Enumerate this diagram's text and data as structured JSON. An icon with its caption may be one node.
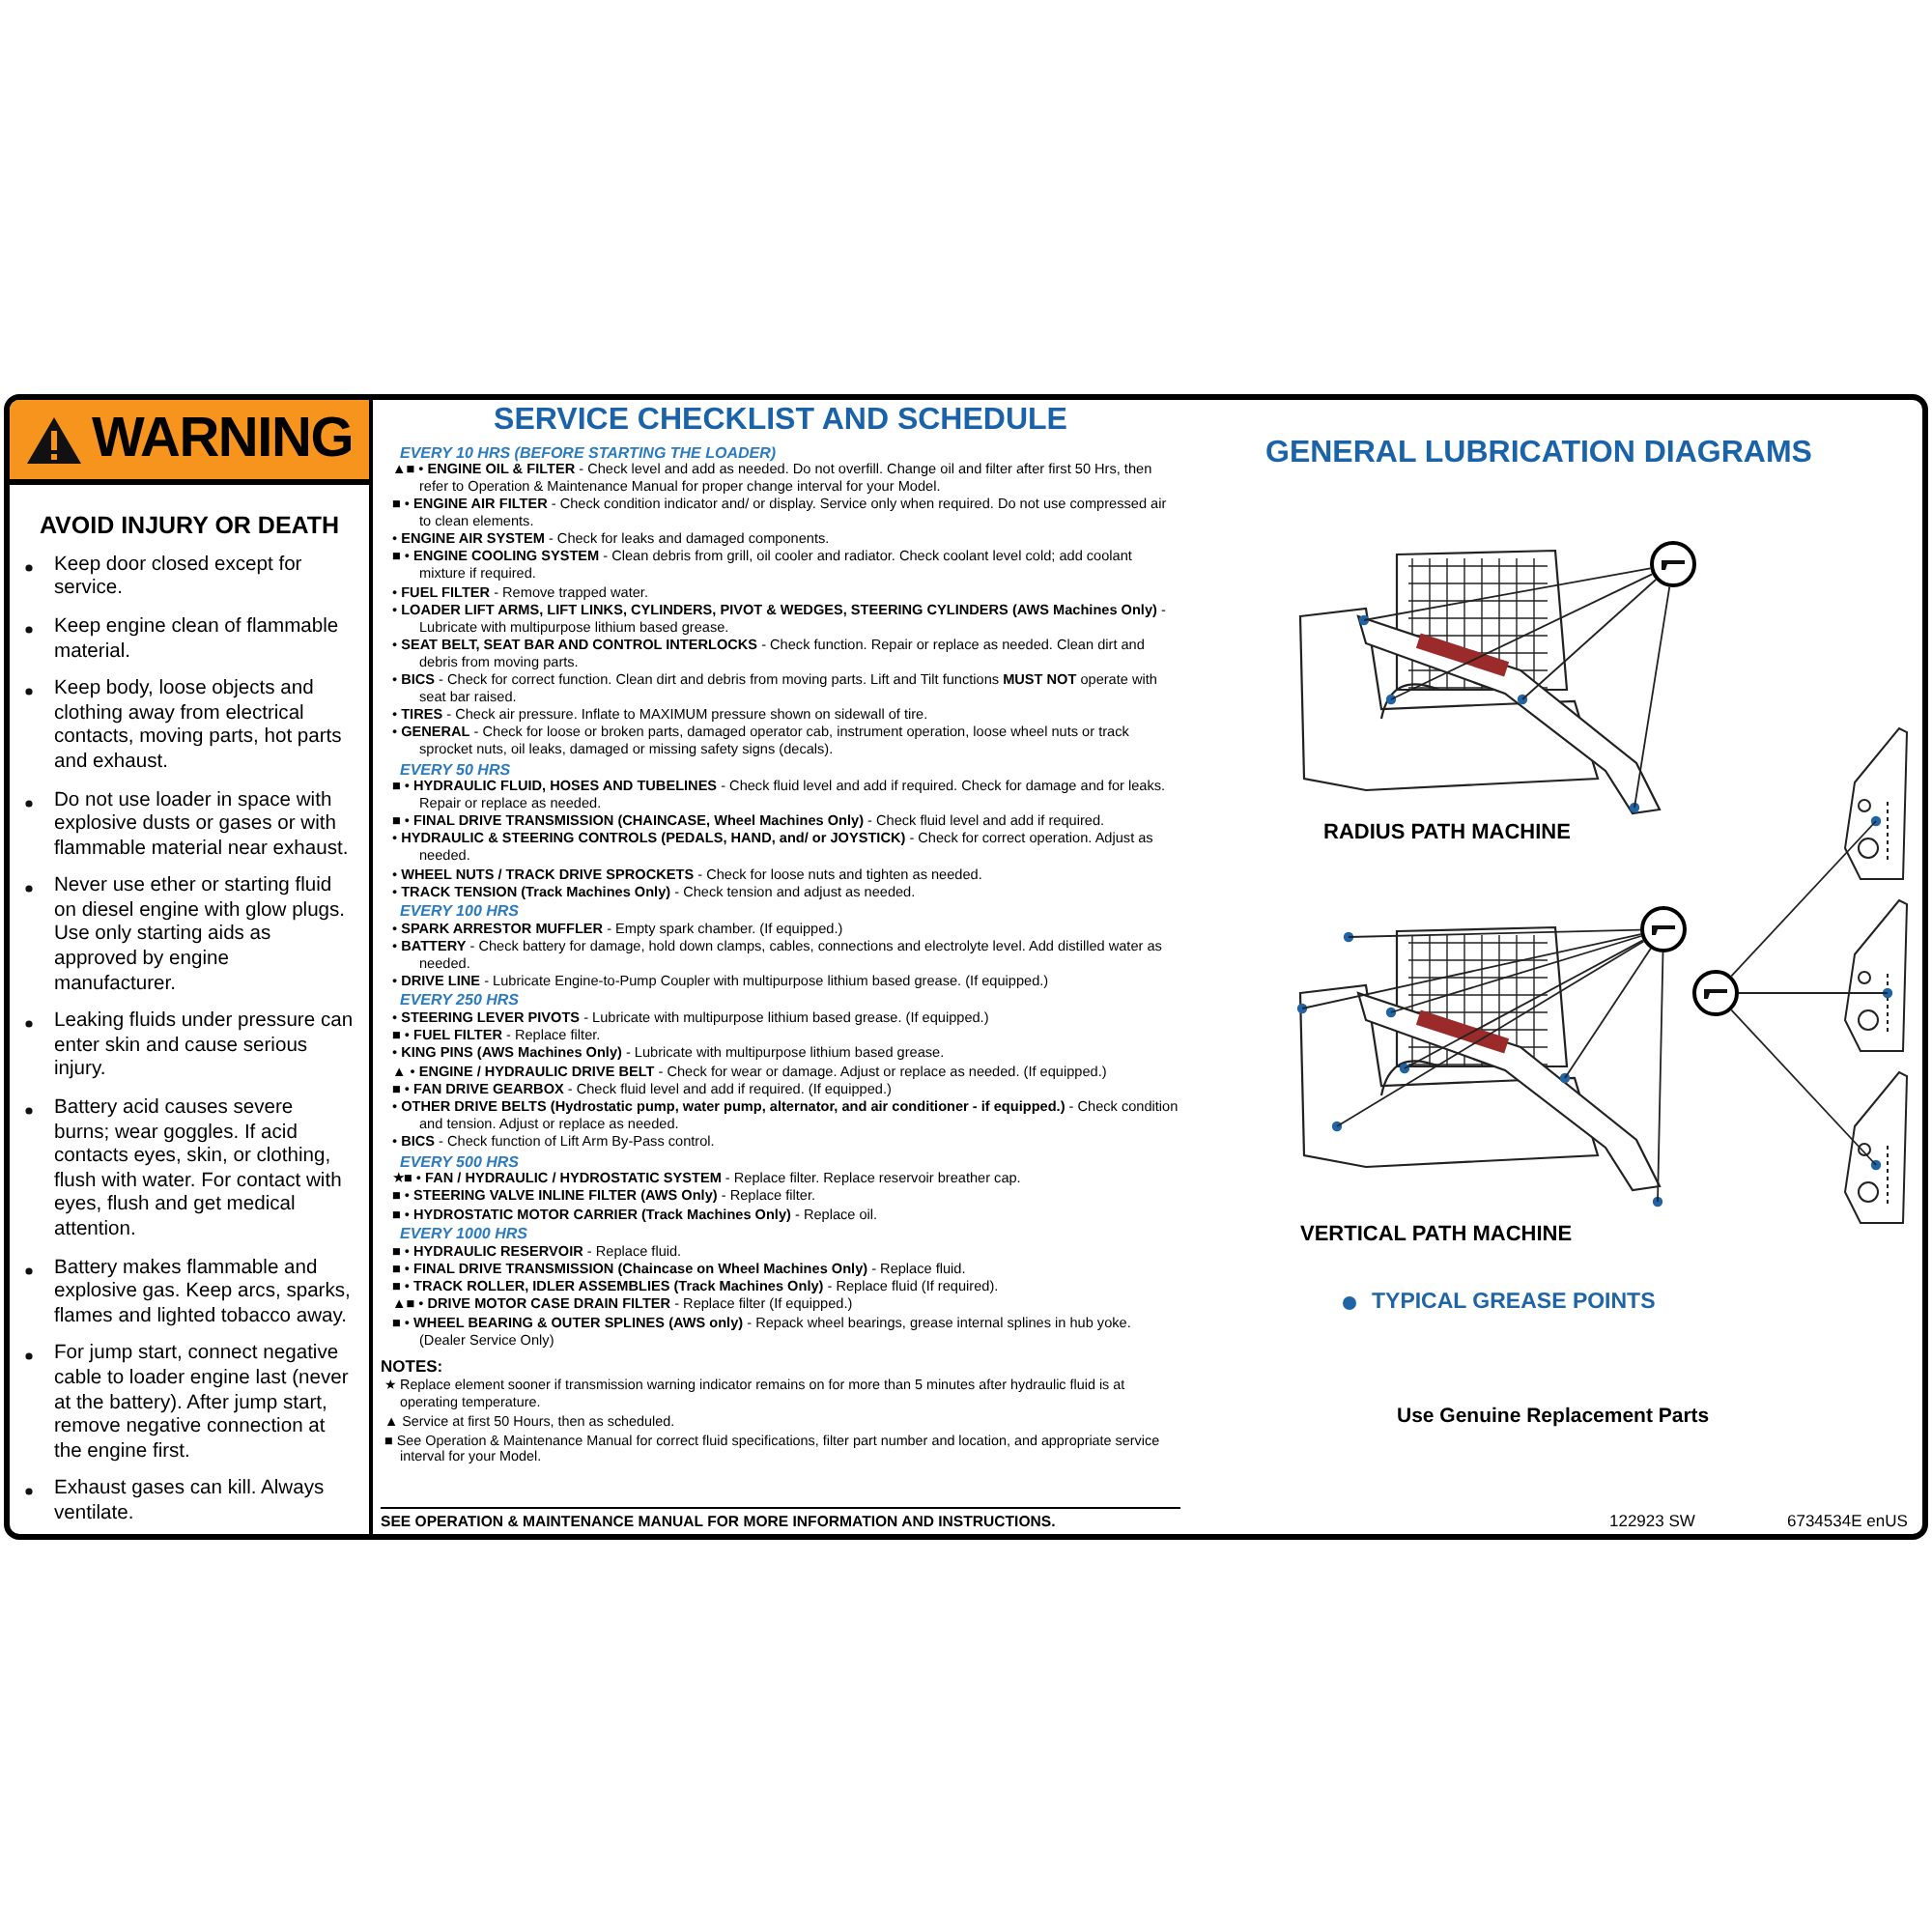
{
  "diagram": {
    "nodes": [
      {
        "text": [
          "WARNING",
          "AVOID INJURY OR DEATH",
          "Keep door closed except for service.",
          "Keep engine clean of flammable material.",
          "Keep body, loose objects and clothing away from electrical contacts, moving parts, hot parts and exhaust.",
          "Do not use loader in space with explosive dusts or gases or with flammable material near exhaust.",
          "Never use ether or starting fluid on diesel engine with glow plugs. Use only starting aids as approved by engine manufacturer.",
          "Leaking fluids under pressure can enter skin and cause serious injury.",
          "Battery acid causes severe burns; wear goggles. If acid contacts eyes, skin, or clothing, flush with water. For contact with eyes, flush and get medical attention.",
          "Battery makes flammable and explosive gas. Keep arcs, sparks, flames and lighted tobacco away.",
          "For jump start, connect negative cable to loader engine last (never at the battery). After jump start, remove negative connection at the engine first.",
          "Exhaust gases can kill. Always ventilate."
        ]
      },
      {
        "text": [
          "SERVICE CHECKLIST AND SCHEDULE",
          "EVERY 10 HRS (BEFORE STARTING THE LOADER)",
          "▲■ • **ENGINE OIL & FILTER** - Check level and add as needed. Do not overfill. Change oil and filter after first 50 Hrs, then refer to Operation & Maintenance Manual for proper change interval for your Model.",
          "■ • **ENGINE AIR FILTER** - Check condition indicator and/ or display. Service only when required. Do not use compressed air to clean elements.",
          "• **ENGINE AIR SYSTEM** - Check for leaks and damaged components.",
          "■ • **ENGINE COOLING SYSTEM** - Clean debris from grill, oil cooler and radiator. Check coolant level cold; add coolant mixture if required.",
          "• **FUEL FILTER** - Remove trapped water.",
          "• **LOADER LIFT ARMS, LIFT LINKS, CYLINDERS, PIVOT & WEDGES, STEERING CYLINDERS (AWS Machines Only)** - Lubricate with multipurpose lithium based grease.",
          "• **SEAT BELT, SEAT BAR AND CONTROL INTERLOCKS** - Check function. Repair or replace as needed. Clean dirt and debris from moving parts.",
          "• **BICS** - Check for correct function. Clean dirt and debris from moving parts. Lift and Tilt functions **MUST NOT** operate with seat bar raised.",
          "• **TIRES** - Check air pressure. Inflate to MAXIMUM pressure shown on sidewall of tire.",
          "• **GENERAL** - Check for loose or broken parts, damaged operator cab, instrument operation, loose wheel nuts or track sprocket nuts, oil leaks, damaged or missing safety signs (decals).",
          "EVERY 50 HRS",
          "■ • **HYDRAULIC FLUID, HOSES AND TUBELINES** - Check fluid level and add if required. Check for damage and for leaks. Repair or replace as needed.",
          "■ • **FINAL DRIVE TRANSMISSION (CHAINCASE, Wheel Machines Only)** - Check fluid level and add if required.",
          "• **HYDRAULIC & STEERING CONTROLS (PEDALS, HAND, and/ or JOYSTICK)** - Check for correct operation. Adjust as needed.",
          "• **WHEEL NUTS / TRACK DRIVE SPROCKETS** - Check for loose nuts and tighten as needed.",
          "• **TRACK TENSION (Track Machines Only)** - Check tension and adjust as needed.",
          "EVERY 100 HRS",
          "• **SPARK ARRESTOR MUFFLER** - Empty spark chamber. (If equipped.)",
          "• **BATTERY** - Check battery for damage, hold down clamps, cables, connections and electrolyte level. Add distilled water as needed.",
          "• **DRIVE LINE** - Lubricate Engine-to-Pump Coupler with multipurpose lithium based grease. (If equipped.)",
          "EVERY 250 HRS",
          "• **STEERING LEVER PIVOTS** - Lubricate with multipurpose lithium based grease. (If equipped.)",
          "■ • **FUEL FILTER** - Replace filter.",
          "• **KING PINS (AWS Machines Only)** - Lubricate with multipurpose lithium based grease.",
          "▲ • **ENGINE / HYDRAULIC DRIVE BELT** - Check for wear or damage. Adjust or replace as needed. (If equipped.)",
          "■ • **FAN DRIVE GEARBOX** - Check fluid level and add if required. (If equipped.)",
          "• **OTHER DRIVE BELTS (Hydrostatic pump, water pump, alternator, and air conditioner - if equipped.)** - Check condition and tension. Adjust or replace as needed.",
          "• **BICS** - Check function of Lift Arm By-Pass control.",
          "EVERY 500 HRS",
          "★■ • **FAN / HYDRAULIC / HYDROSTATIC SYSTEM** - Replace filter. Replace reservoir breather cap.",
          "■ • **STEERING VALVE INLINE FILTER (AWS Only)** - Replace filter.",
          "■ • **HYDROSTATIC MOTOR CARRIER (Track Machines Only)** - Replace oil.",
          "EVERY 1000 HRS",
          "■ • **HYDRAULIC RESERVOIR** - Replace fluid.",
          "■ • **FINAL DRIVE TRANSMISSION (Chaincase on Wheel Machines Only)** - Replace fluid.",
          "■ • **TRACK ROLLER, IDLER ASSEMBLIES (Track Machines Only)** - Replace fluid (If required).",
          "▲■ • **DRIVE MOTOR CASE DRAIN FILTER** - Replace filter (If equipped.)",
          "■ • **WHEEL BEARING & OUTER SPLINES (AWS only)** - Repack wheel bearings, grease internal splines in hub yoke. (Dealer Service Only)",
          "NOTES:",
          "★ Replace element sooner if transmission warning indicator remains on for more than 5 minutes after hydraulic fluid is at operating temperature.",
          "▲ Service at first 50 Hours, then as scheduled.",
          "■ See Operation & Maintenance Manual for correct fluid specifications, filter part number and location, and appropriate service interval for your Model.",
          "SEE OPERATION & MAINTENANCE MANUAL FOR MORE INFORMATION AND INSTRUCTIONS."
        ]
      },
      {
        "text": [
          "GENERAL LUBRICATION DIAGRAMS"
        ]
      },
      {
        "text": [],
        "shape": "circle",
        "in": 2
      },
      {
        "text": [],
        "shape": "circle",
        "in": 2
      },
      {
        "text": [],
        "shape": "circle",
        "in": 2
      }
    ],
    "edges": [
      {
        "from": 3,
        "to": null,
        "arrow": "none"
      },
      {
        "from": 3,
        "to": null,
        "arrow": "none"
      },
      {
        "from": 3,
        "to": null,
        "arrow": "none"
      },
      {
        "from": 3,
        "to": null,
        "arrow": "none"
      },
      {
        "from": 4,
        "to": null,
        "arrow": "none"
      },
      {
        "from": 4,
        "to": null,
        "arrow": "none"
      },
      {
        "from": 4,
        "to": null,
        "arrow": "none"
      },
      {
        "from": 4,
        "to": null,
        "arrow": "none"
      },
      {
        "from": 4,
        "to": null,
        "arrow": "none"
      },
      {
        "from": 4,
        "to": null,
        "arrow": "none"
      },
      {
        "from": 4,
        "to": null,
        "arrow": "none"
      },
      {
        "from": 5,
        "to": null,
        "arrow": "none"
      },
      {
        "from": 5,
        "to": null,
        "arrow": "none"
      },
      {
        "from": 5,
        "to": null,
        "arrow": "none"
      }
    ],
    "labels": [
      "RADIUS PATH MACHINE",
      "VERTICAL PATH MACHINE",
      "Use Genuine Replacement Parts",
      "122923 SW",
      "6734534E enUS"
    ],
    "legend": [
      {
        "text": "TYPICAL GREASE POINTS",
        "color": "#1f64a6"
      }
    ]
  }
}
